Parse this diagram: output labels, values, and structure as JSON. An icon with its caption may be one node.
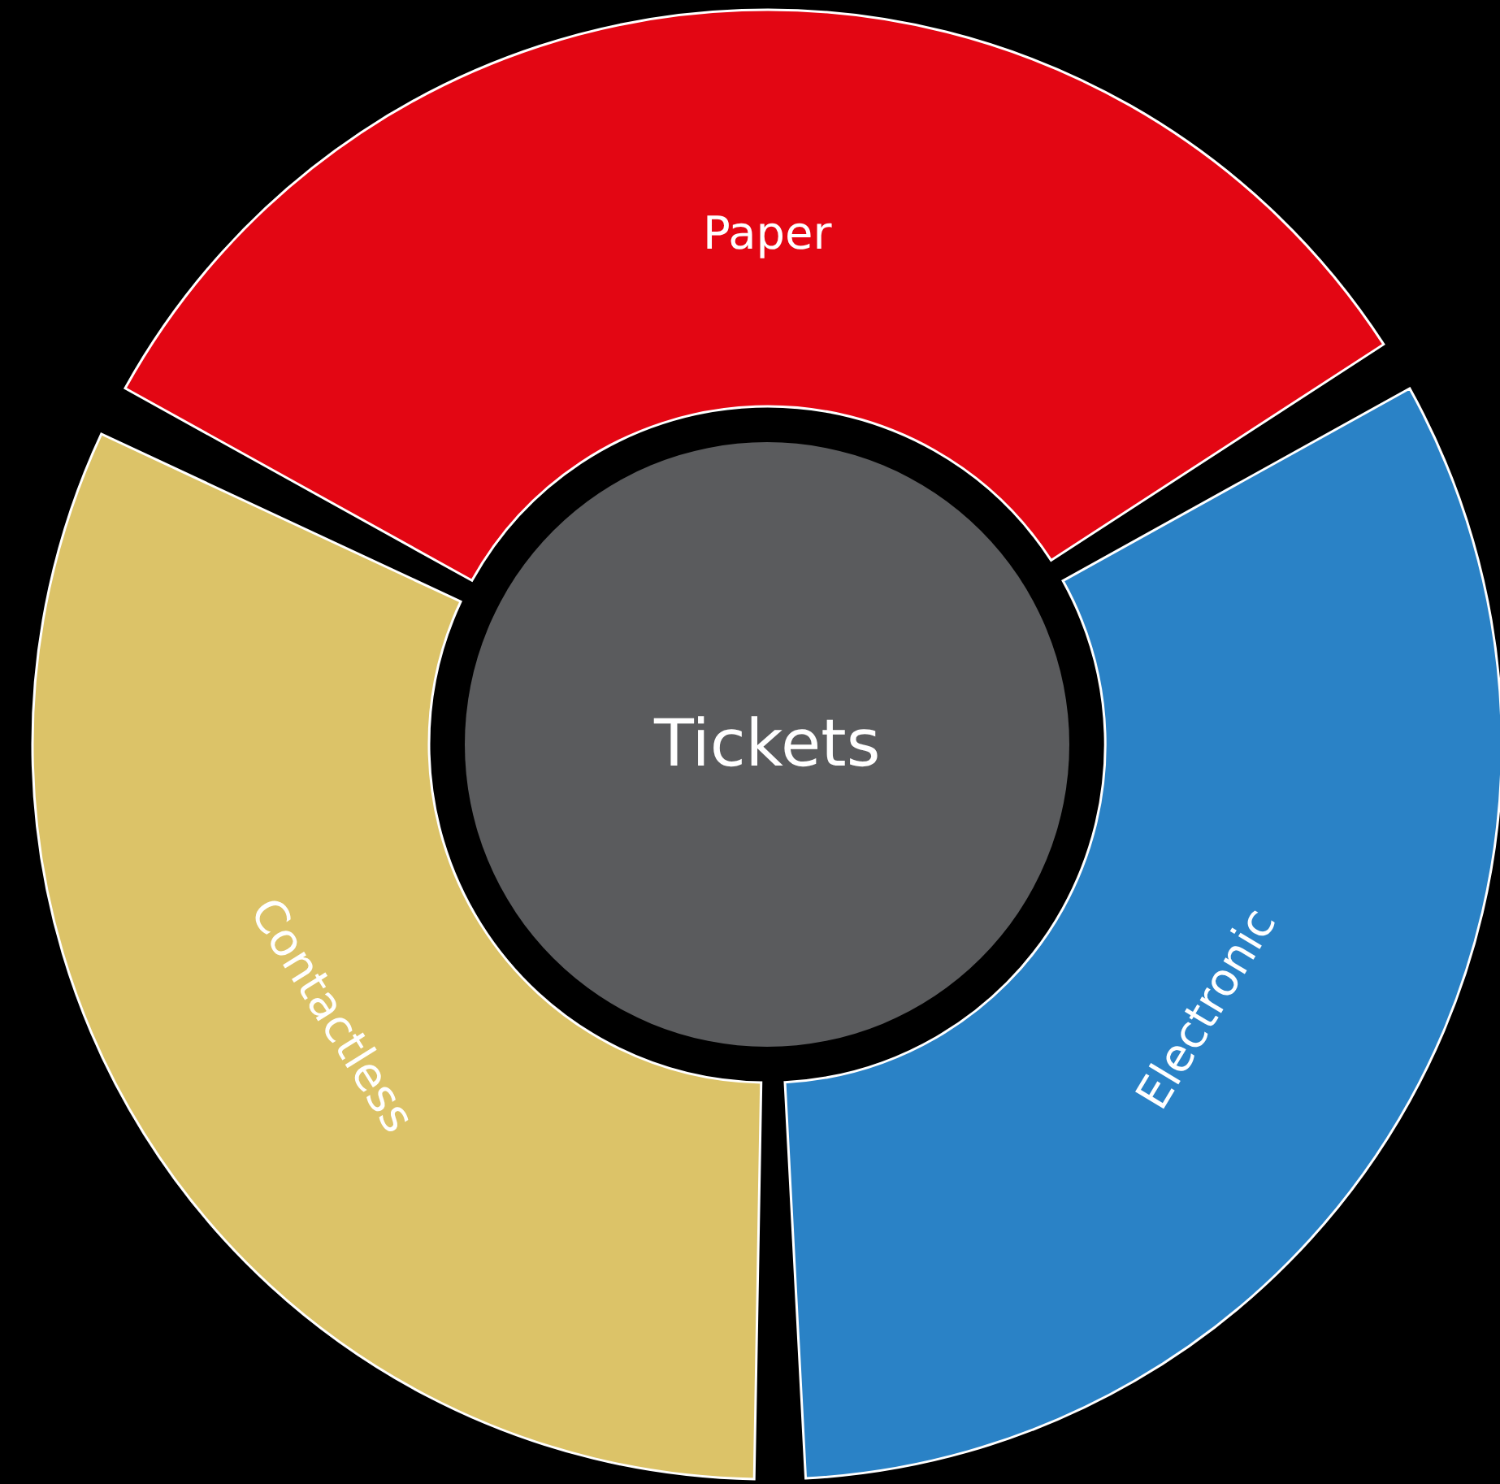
{
  "diagram": {
    "nodes": [
      {
        "text": [
          "Tickets"
        ]
      },
      {
        "text": [
          "Paper"
        ]
      },
      {
        "text": [
          "Electronic"
        ]
      },
      {
        "text": [
          "Contactless"
        ]
      }
    ]
  }
}
